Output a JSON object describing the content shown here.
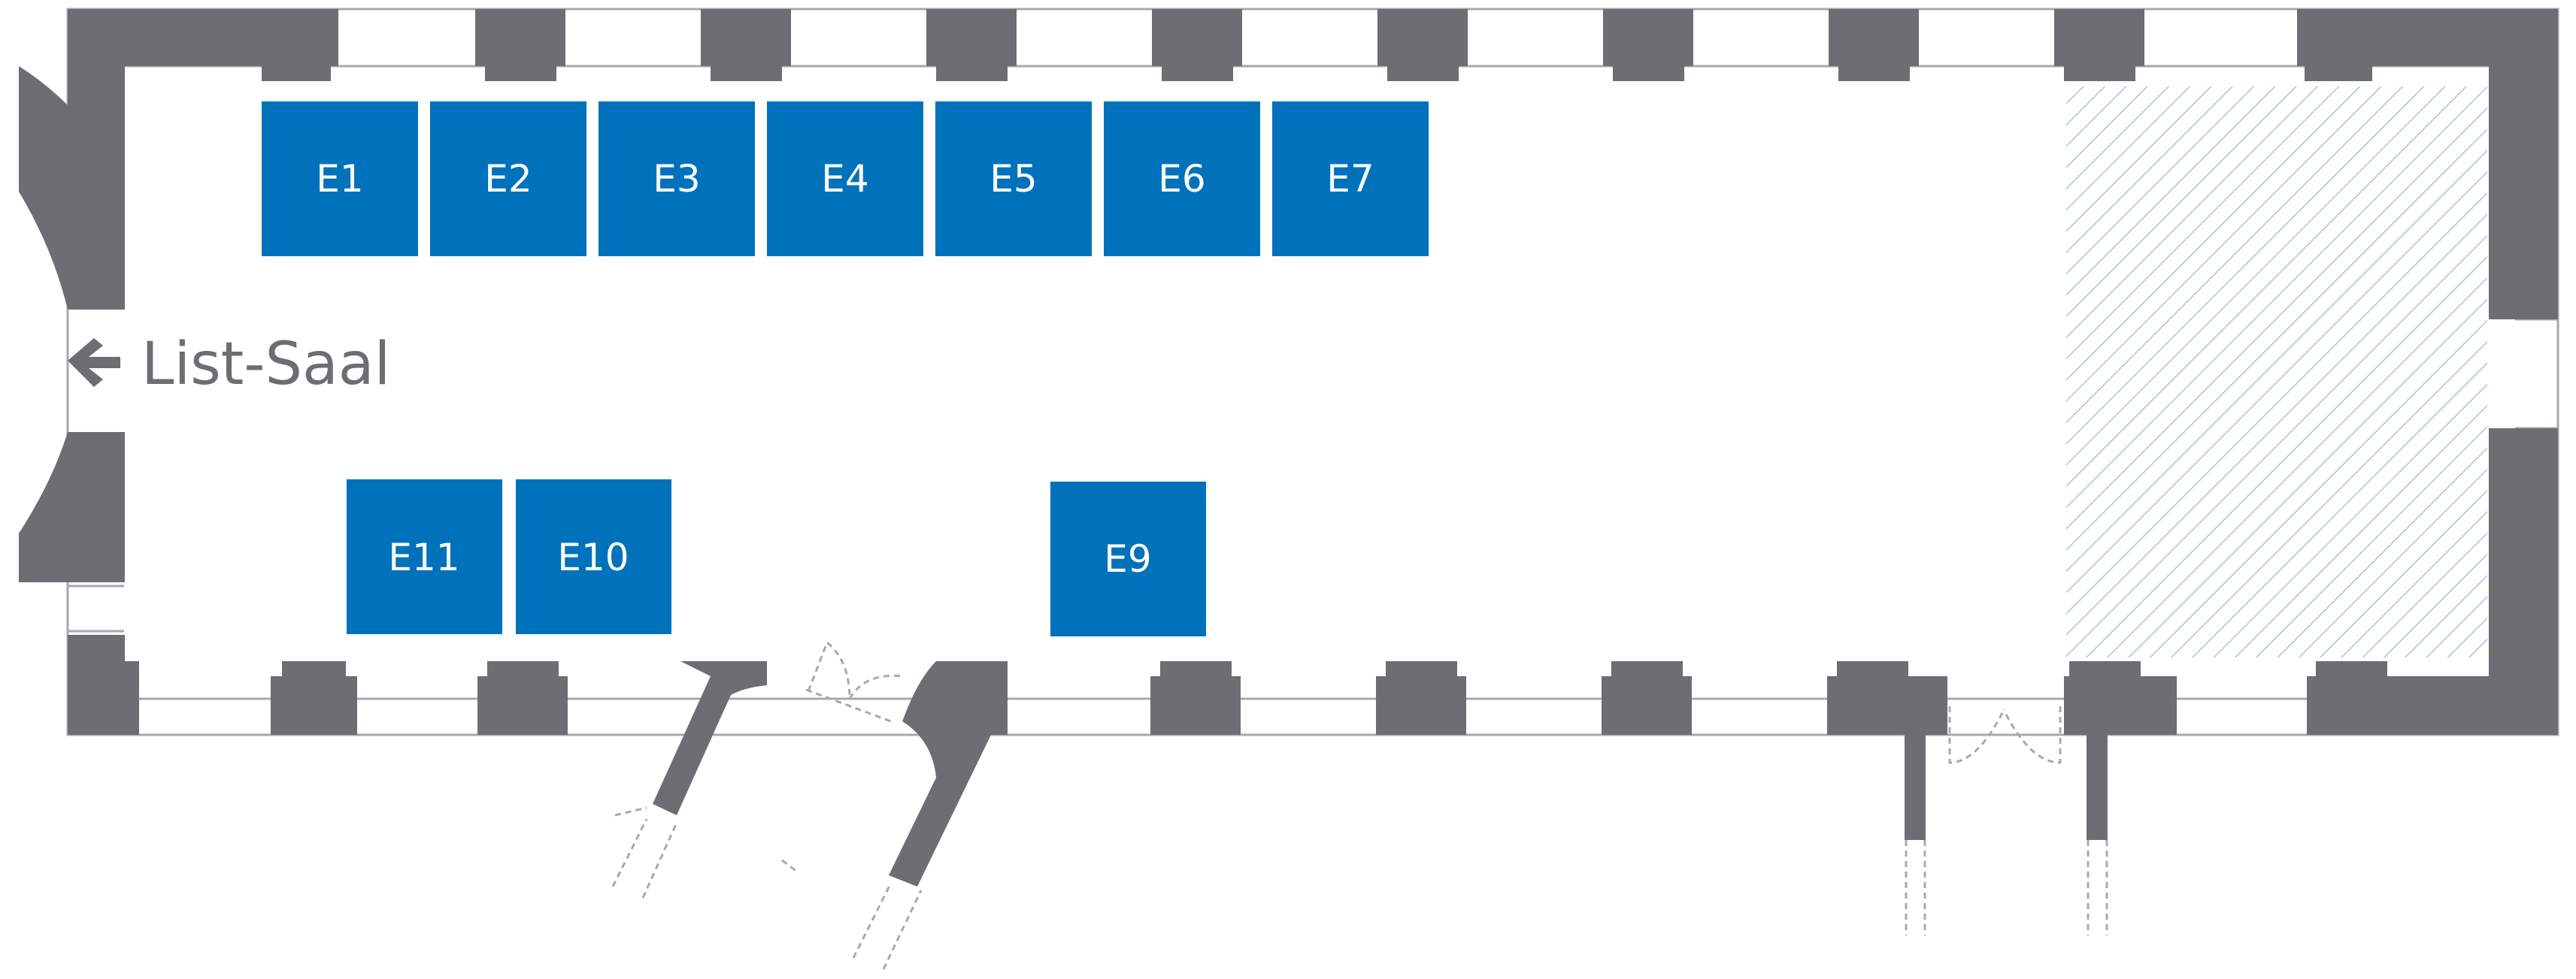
{
  "colors": {
    "wall": "#6d6e71",
    "booth": "#0072bc",
    "booth_text": "#ffffff",
    "hatch": "#a9c3df",
    "line": "#a7a9ac",
    "background": "#ffffff"
  },
  "exit": {
    "label": "List-Saal",
    "icon": "arrow-left-icon"
  },
  "booths": [
    {
      "id": "E1",
      "label": "E1"
    },
    {
      "id": "E2",
      "label": "E2"
    },
    {
      "id": "E3",
      "label": "E3"
    },
    {
      "id": "E4",
      "label": "E4"
    },
    {
      "id": "E5",
      "label": "E5"
    },
    {
      "id": "E6",
      "label": "E6"
    },
    {
      "id": "E7",
      "label": "E7"
    },
    {
      "id": "E11",
      "label": "E11"
    },
    {
      "id": "E10",
      "label": "E10"
    },
    {
      "id": "E9",
      "label": "E9"
    }
  ]
}
